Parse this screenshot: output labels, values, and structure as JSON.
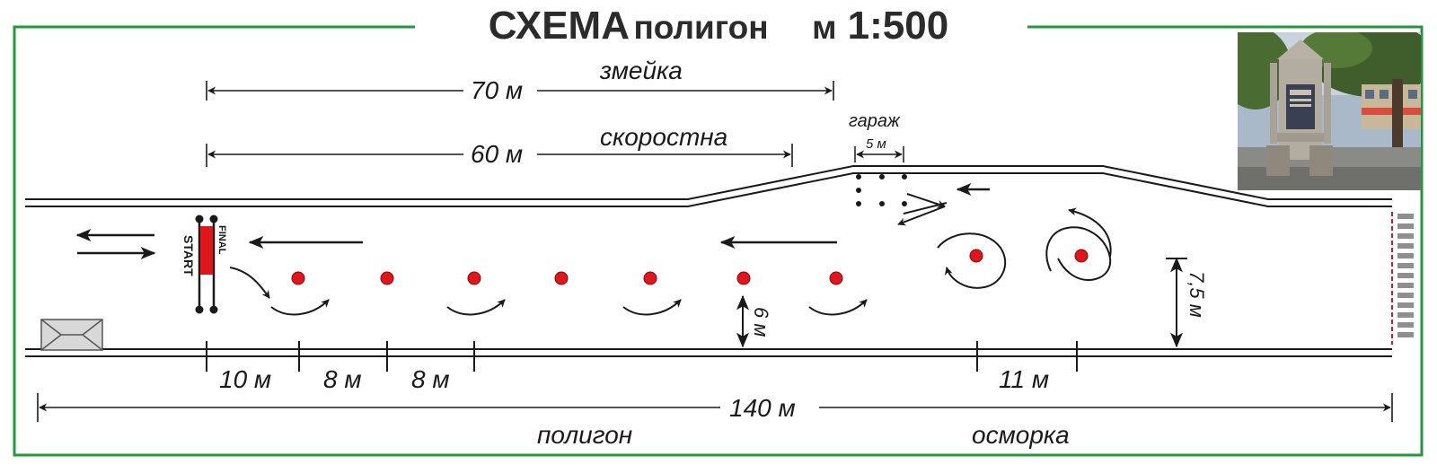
{
  "title": {
    "main": "СХЕМА",
    "sub": "полигон",
    "scale_prefix": "м",
    "scale_value": "1:500"
  },
  "labels": {
    "zmeika": "змейка",
    "zmeika_len": "70 м",
    "skorostna": "скоростна",
    "skorostna_len": "60 м",
    "garage": "гараж",
    "garage_len": "5 м",
    "start": "START",
    "final": "FINAL",
    "gap_10": "10 м",
    "gap_8a": "8 м",
    "gap_8b": "8 м",
    "gap_6": "6 м",
    "gap_11": "11 м",
    "gap_7_5": "7,5 м",
    "total_len": "140 м",
    "poligon": "полигон",
    "osmorka": "осморка"
  },
  "colors": {
    "frame": "#1f9a3a",
    "cone": "#e0161d",
    "start_bar": "#e0161d",
    "line": "#1a1a1a",
    "title": "#2b2b2b",
    "finish_dash": "#e0161d",
    "finish_stripes": "#8f8f8f"
  },
  "photo": {
    "description_icon": "fountain-photo"
  }
}
